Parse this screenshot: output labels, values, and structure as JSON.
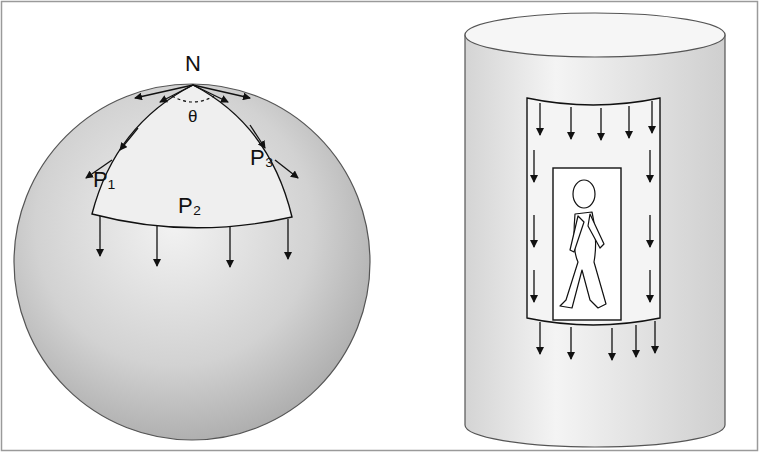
{
  "diagram": {
    "labels": [
      "N",
      "θ",
      "P₁",
      "P₃",
      "P₂"
    ]
  }
}
